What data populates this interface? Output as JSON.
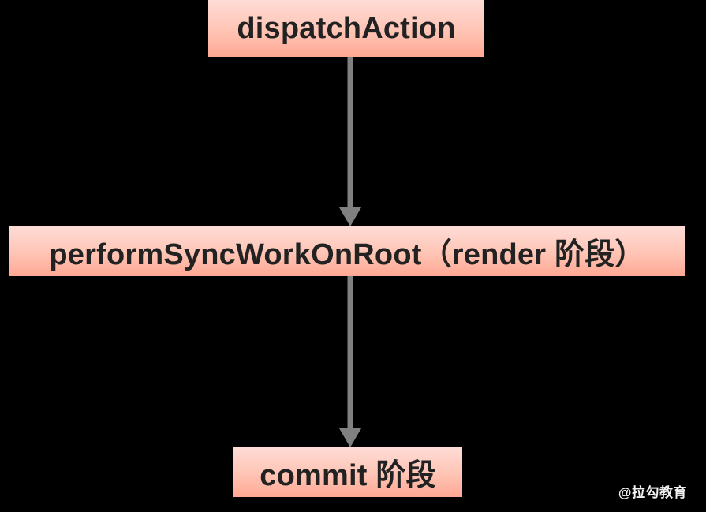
{
  "diagram": {
    "title": "React dispatchAction render commit flow",
    "background_color": "#000000",
    "node_gradient_top": "#FDDCD6",
    "node_gradient_bottom": "#FFA894",
    "node_text_color": "#222222",
    "arrow_color": "#808080",
    "nodes": [
      {
        "id": "dispatch-action",
        "label": "dispatchAction"
      },
      {
        "id": "perform-sync-work",
        "label": "performSyncWorkOnRoot（render 阶段）"
      },
      {
        "id": "commit",
        "label": "commit 阶段"
      }
    ],
    "edges": [
      {
        "id": "edge-1",
        "from": "dispatchAction",
        "to": "performSyncWorkOnRoot（render 阶段）",
        "label": ""
      },
      {
        "id": "edge-2",
        "from": "performSyncWorkOnRoot（render 阶段）",
        "to": "commit 阶段",
        "label": ""
      }
    ]
  },
  "watermark": {
    "text": "@拉勾教育",
    "color": "#FFFFFF"
  }
}
